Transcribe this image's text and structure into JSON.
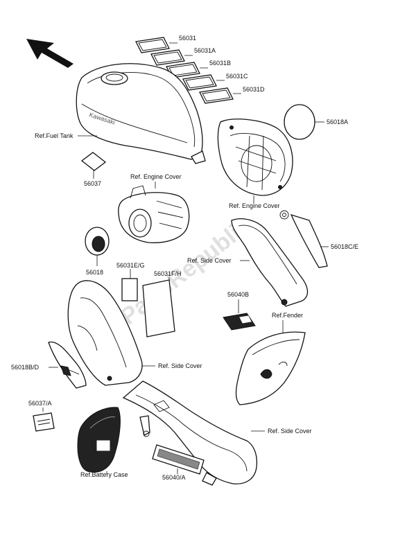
{
  "watermark": "PartsRepublik",
  "labels": {
    "p56031": "56031",
    "p56031A": "56031A",
    "p56031B": "56031B",
    "p56031C": "56031C",
    "p56031D": "56031D",
    "p56018A": "56018A",
    "fuel_tank": "Ref.Fuel Tank",
    "p56037": "56037",
    "engine_cover_1": "Ref. Engine Cover",
    "engine_cover_2": "Ref. Engine Cover",
    "p56018CE": "56018C/E",
    "side_cover_1": "Ref. Side Cover",
    "p56018": "56018",
    "p56031EG": "56031E/G",
    "p56031FH": "56031F/H",
    "p56040B": "56040B",
    "fender": "Ref.Fender",
    "p56018BD": "56018B/D",
    "side_cover_2": "Ref. Side Cover",
    "p56037A": "56037/A",
    "side_cover_3": "Ref. Side Cover",
    "battery_case": "Ref.Battery Case",
    "p56040A": "56040/A"
  }
}
